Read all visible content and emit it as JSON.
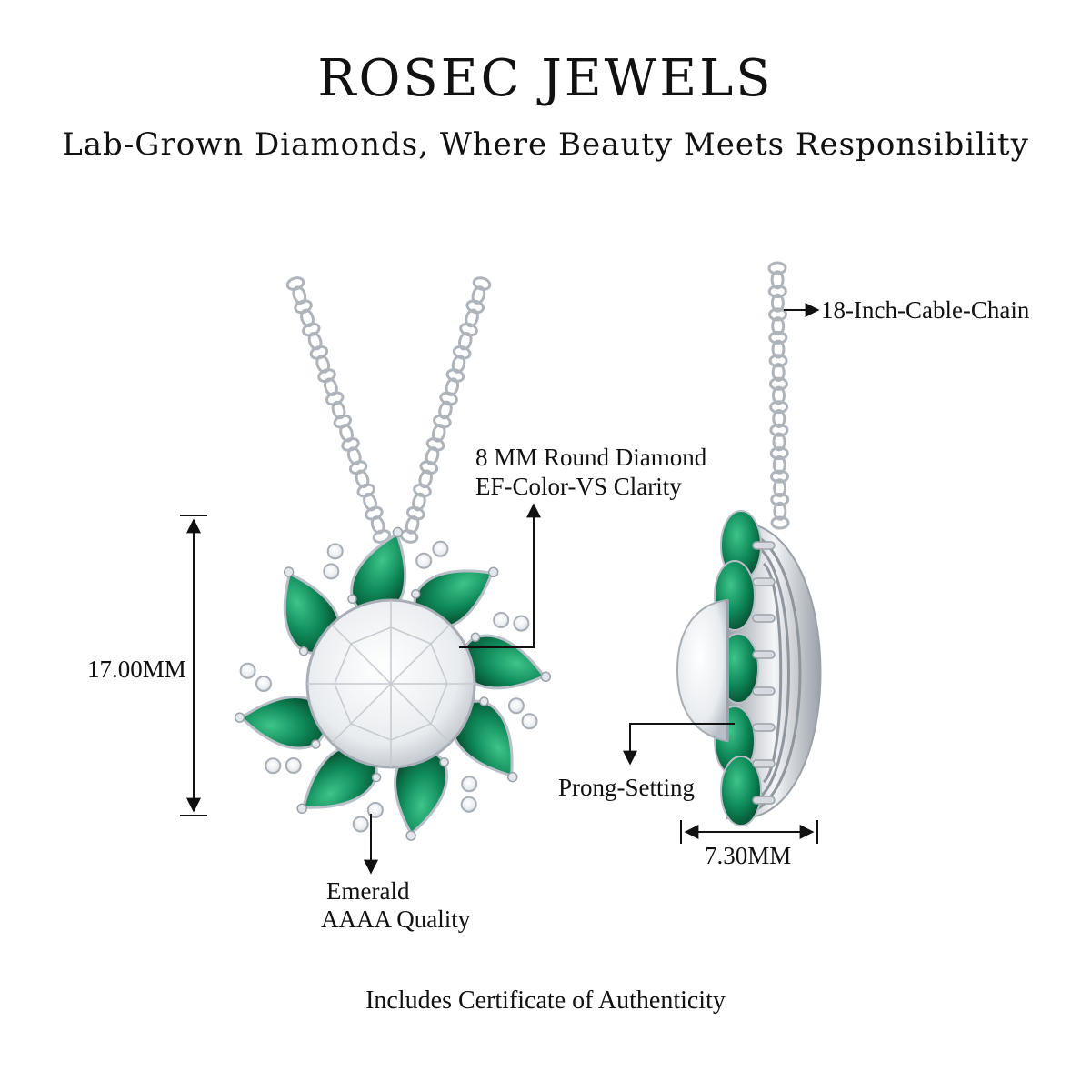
{
  "header": {
    "brand": "ROSEC JEWELS",
    "tagline": "Lab-Grown Diamonds, Where Beauty Meets Responsibility"
  },
  "annotations": {
    "height": "17.00MM",
    "center_stone_line1": "8 MM Round Diamond",
    "center_stone_line2": "EF-Color-VS Clarity",
    "side_stone_line1": "Emerald",
    "side_stone_line2": "AAAA Quality",
    "chain": "18-Inch-Cable-Chain",
    "setting": "Prong-Setting",
    "depth": "7.30MM"
  },
  "footer": "Includes Certificate of Authenticity",
  "colors": {
    "emerald": "#0f8a5a",
    "emerald_dark": "#075c3a",
    "metal": "#c9cdd2",
    "diamond": "#f2f4f6"
  }
}
